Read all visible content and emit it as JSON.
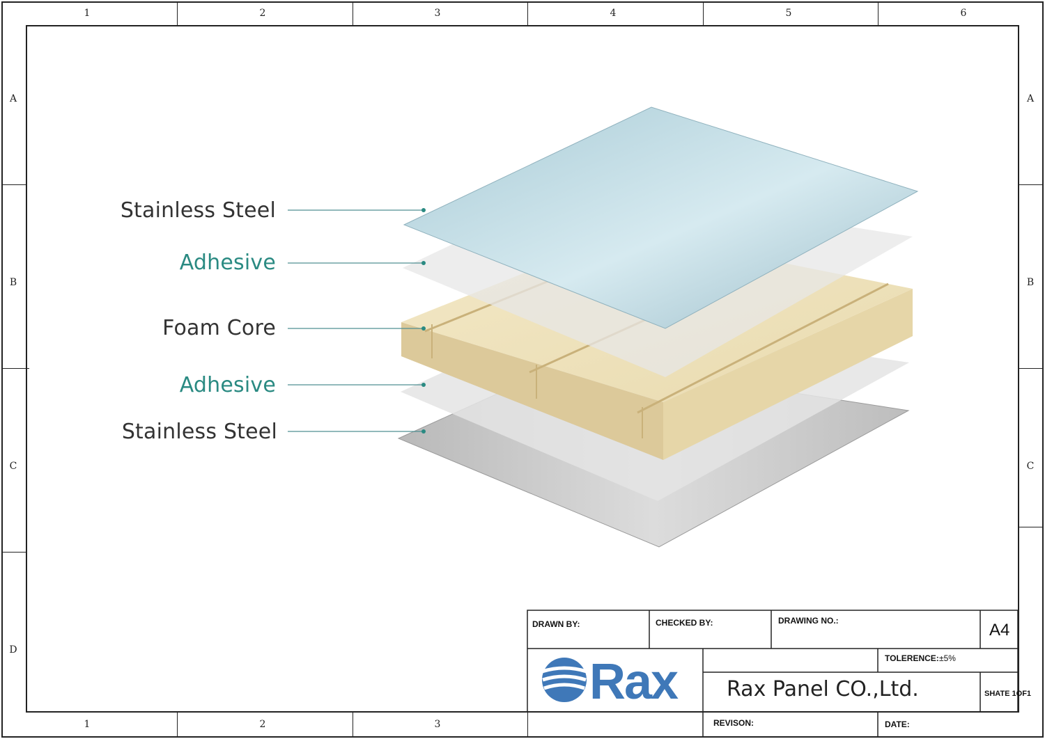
{
  "border": {
    "columns": [
      "1",
      "2",
      "3",
      "4",
      "5",
      "6"
    ],
    "rows": [
      "A",
      "B",
      "C",
      "D"
    ]
  },
  "layers": [
    {
      "label": "Stainless Steel",
      "color": "#333333"
    },
    {
      "label": "Adhesive",
      "color": "#2a8a82"
    },
    {
      "label": "Foam Core",
      "color": "#333333"
    },
    {
      "label": "Adhesive",
      "color": "#2a8a82"
    },
    {
      "label": "Stainless Steel",
      "color": "#333333"
    }
  ],
  "title_block": {
    "drawn_by": "DRAWN BY:",
    "checked_by": "CHECKED BY:",
    "drawing_no": "DRAWING NO.:",
    "size": "A4",
    "tolerance_label": "TOLERENCE:",
    "tolerance_value": "±5%",
    "company": "Rax Panel CO.,Ltd.",
    "sheet": "SHATE 1OF1",
    "revision": "REVISON:",
    "date": "DATE:",
    "logo_text": "Rax",
    "logo_color": "#3f78b8"
  }
}
